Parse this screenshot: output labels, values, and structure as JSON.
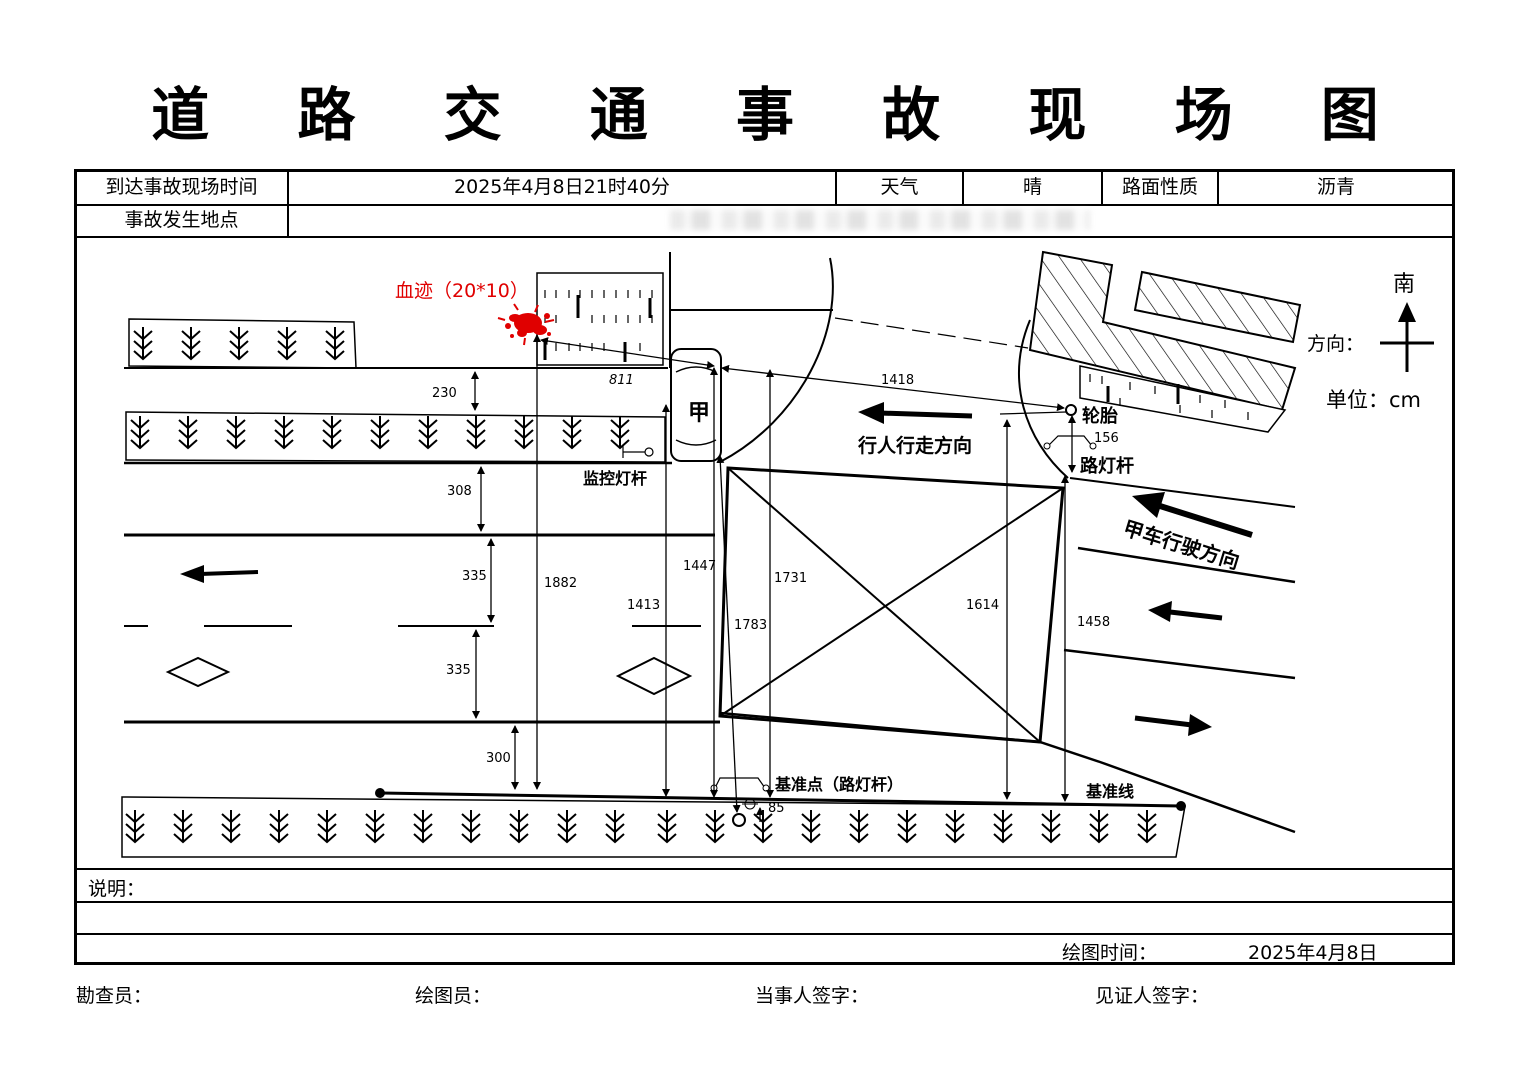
{
  "title": "道 路 交 通 事 故 现 场 图",
  "header": {
    "arrival_label": "到达事故现场时间",
    "arrival_value": "2025年4月8日21时40分",
    "weather_label": "天气",
    "weather_value": "晴",
    "road_label": "路面性质",
    "road_value": "沥青",
    "location_label": "事故发生地点",
    "location_value": ""
  },
  "sketch": {
    "blood_label": "血迹（20*10）",
    "vehicle_label": "甲",
    "pedestrian_direction": "行人行走方向",
    "vehicle_direction": "甲车行驶方向",
    "tire_label": "轮胎",
    "street_light_label": "路灯杆",
    "monitor_pole_label": "监控灯杆",
    "reference_point_label": "基准点（路灯杆）",
    "reference_line_label": "基准线",
    "direction_label": "方向：",
    "south_label": "南",
    "unit_label": "单位：cm",
    "measurements": {
      "m811": "811",
      "m1418": "1418",
      "m230": "230",
      "m308": "308",
      "m335a": "335",
      "m335b": "335",
      "m300": "300",
      "m1882": "1882",
      "m1413": "1413",
      "m1447": "1447",
      "m1783": "1783",
      "m1731": "1731",
      "m1614": "1614",
      "m1458": "1458",
      "m156": "156",
      "m85": "85"
    }
  },
  "footer": {
    "notes_label": "说明：",
    "drawing_time_label": "绘图时间：",
    "drawing_time_value": "2025年4月8日"
  },
  "signatures": {
    "investigator": "勘查员：",
    "draftsman": "绘图员：",
    "party": "当事人签字：",
    "witness": "见证人签字："
  },
  "colors": {
    "blood": "#e00000",
    "ink": "#000000"
  }
}
